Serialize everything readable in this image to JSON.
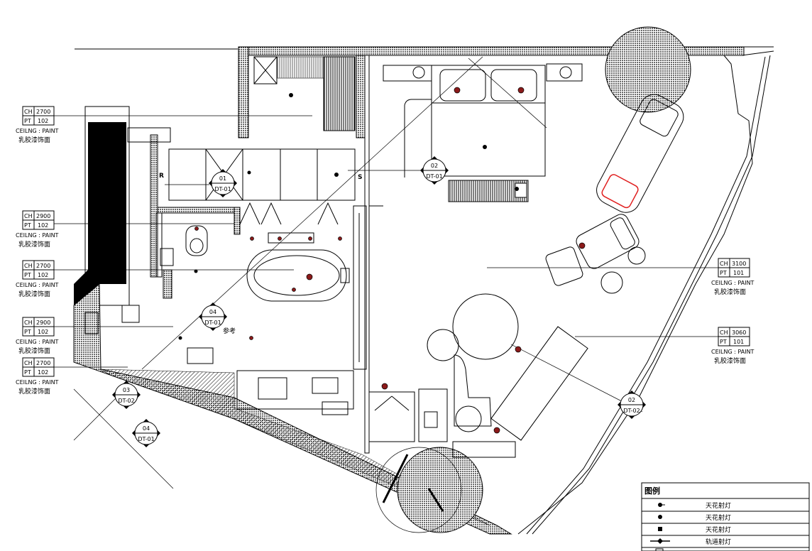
{
  "ceiling_tags_left": [
    {
      "ch": "CH",
      "height": "2700",
      "pt": "PT",
      "code": "102",
      "material": "CEILNG : PAINT",
      "material_cn": "乳胶漆饰面"
    },
    {
      "ch": "CH",
      "height": "2900",
      "pt": "PT",
      "code": "102",
      "material": "CEILNG : PAINT",
      "material_cn": "乳胶漆饰面"
    },
    {
      "ch": "CH",
      "height": "2700",
      "pt": "PT",
      "code": "102",
      "material": "CEILNG : PAINT",
      "material_cn": "乳胶漆饰面"
    },
    {
      "ch": "CH",
      "height": "2900",
      "pt": "PT",
      "code": "102",
      "material": "CEILNG : PAINT",
      "material_cn": "乳胶漆饰面"
    },
    {
      "ch": "CH",
      "height": "2700",
      "pt": "PT",
      "code": "102",
      "material": "CEILNG : PAINT",
      "material_cn": "乳胶漆饰面"
    }
  ],
  "ceiling_tags_right": [
    {
      "ch": "CH",
      "height": "3100",
      "pt": "PT",
      "code": "101",
      "material": "CEILNG : PAINT",
      "material_cn": "乳胶漆饰面"
    },
    {
      "ch": "CH",
      "height": "3060",
      "pt": "PT",
      "code": "101",
      "material": "CEILNG : PAINT",
      "material_cn": "乳胶漆饰面"
    }
  ],
  "section_markers": [
    {
      "num": "01",
      "code": "DT-01"
    },
    {
      "num": "02",
      "code": "DT-01"
    },
    {
      "num": "04",
      "code": "DT-01"
    },
    {
      "num": "03",
      "code": "DT-02"
    },
    {
      "num": "04",
      "code": "DT-01"
    },
    {
      "num": "02",
      "code": "DT-02"
    }
  ],
  "annotations": {
    "ref_note": "参考",
    "r_mark": "R",
    "s_mark": "S"
  },
  "legend": {
    "title": "图例",
    "items": [
      {
        "icon": "downlight-icon",
        "label": "天花射灯"
      },
      {
        "icon": "spotlight-icon",
        "label": "天花射灯"
      },
      {
        "icon": "square-light-icon",
        "label": "天花射灯"
      },
      {
        "icon": "track-light-icon",
        "label": "轨道射灯"
      }
    ]
  },
  "colors": {
    "line": "#000000",
    "light_fixture": "#8b1a1a",
    "highlight": "#e02020"
  }
}
